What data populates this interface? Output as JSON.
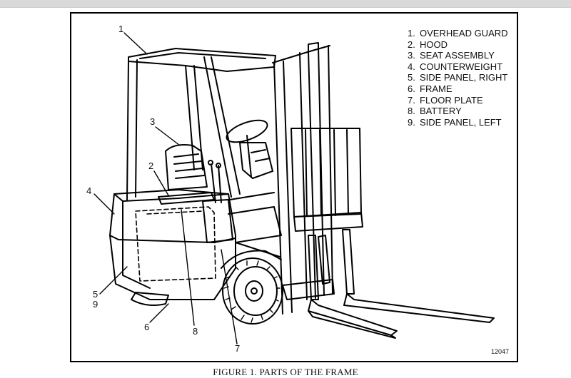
{
  "legend": {
    "items": [
      {
        "num": "1.",
        "label": "OVERHEAD GUARD"
      },
      {
        "num": "2.",
        "label": "HOOD"
      },
      {
        "num": "3.",
        "label": "SEAT ASSEMBLY"
      },
      {
        "num": "4.",
        "label": "COUNTERWEIGHT"
      },
      {
        "num": "5.",
        "label": "SIDE PANEL, RIGHT"
      },
      {
        "num": "6.",
        "label": "FRAME"
      },
      {
        "num": "7.",
        "label": "FLOOR PLATE"
      },
      {
        "num": "8.",
        "label": "BATTERY"
      },
      {
        "num": "9.",
        "label": "SIDE PANEL, LEFT"
      }
    ]
  },
  "callouts": {
    "c1": "1",
    "c2": "2",
    "c3": "3",
    "c4": "4",
    "c5": "5",
    "c9": "9",
    "c6": "6",
    "c8": "8",
    "c7": "7"
  },
  "figure_code": "12047",
  "caption": "FIGURE 1. PARTS OF THE FRAME"
}
